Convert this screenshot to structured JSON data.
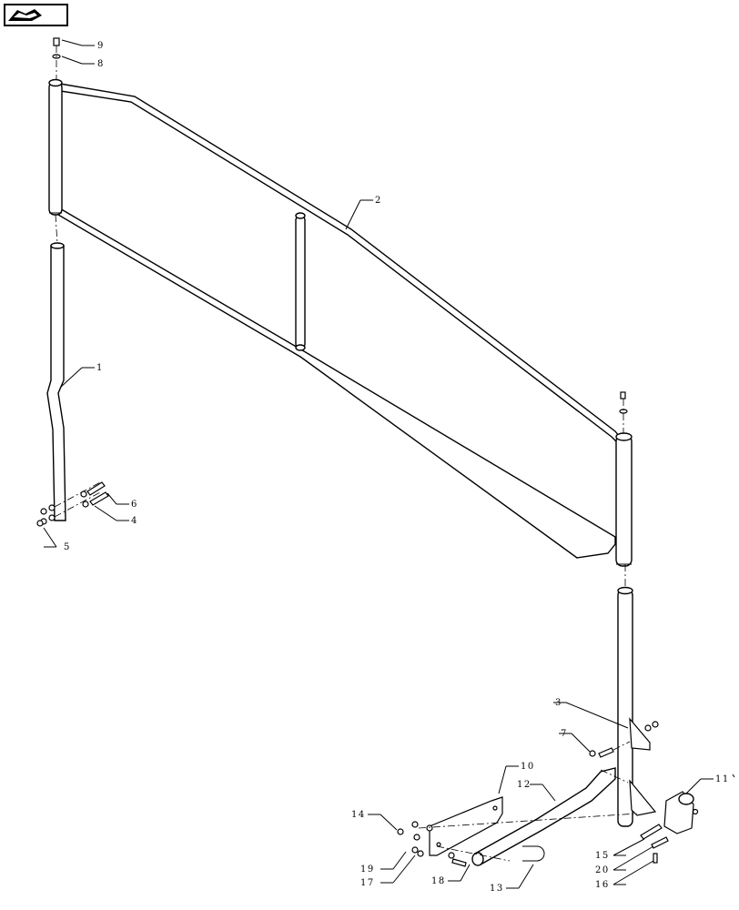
{
  "toolbar": {
    "nav_icon": "arrow-tag-icon"
  },
  "callouts": [
    {
      "id": "c1",
      "label": "1"
    },
    {
      "id": "c2",
      "label": "2"
    },
    {
      "id": "c3",
      "label": "3"
    },
    {
      "id": "c4",
      "label": "4"
    },
    {
      "id": "c5",
      "label": "5"
    },
    {
      "id": "c6",
      "label": "6"
    },
    {
      "id": "c7",
      "label": "7"
    },
    {
      "id": "c8",
      "label": "8"
    },
    {
      "id": "c9",
      "label": "9"
    },
    {
      "id": "c10",
      "label": "10"
    },
    {
      "id": "c11",
      "label": "11"
    },
    {
      "id": "c12",
      "label": "12"
    },
    {
      "id": "c13",
      "label": "13"
    },
    {
      "id": "c14",
      "label": "14"
    },
    {
      "id": "c15",
      "label": "15"
    },
    {
      "id": "c16",
      "label": "16"
    },
    {
      "id": "c17",
      "label": "17"
    },
    {
      "id": "c18",
      "label": "18"
    },
    {
      "id": "c19",
      "label": "19"
    },
    {
      "id": "c20",
      "label": "20"
    }
  ]
}
